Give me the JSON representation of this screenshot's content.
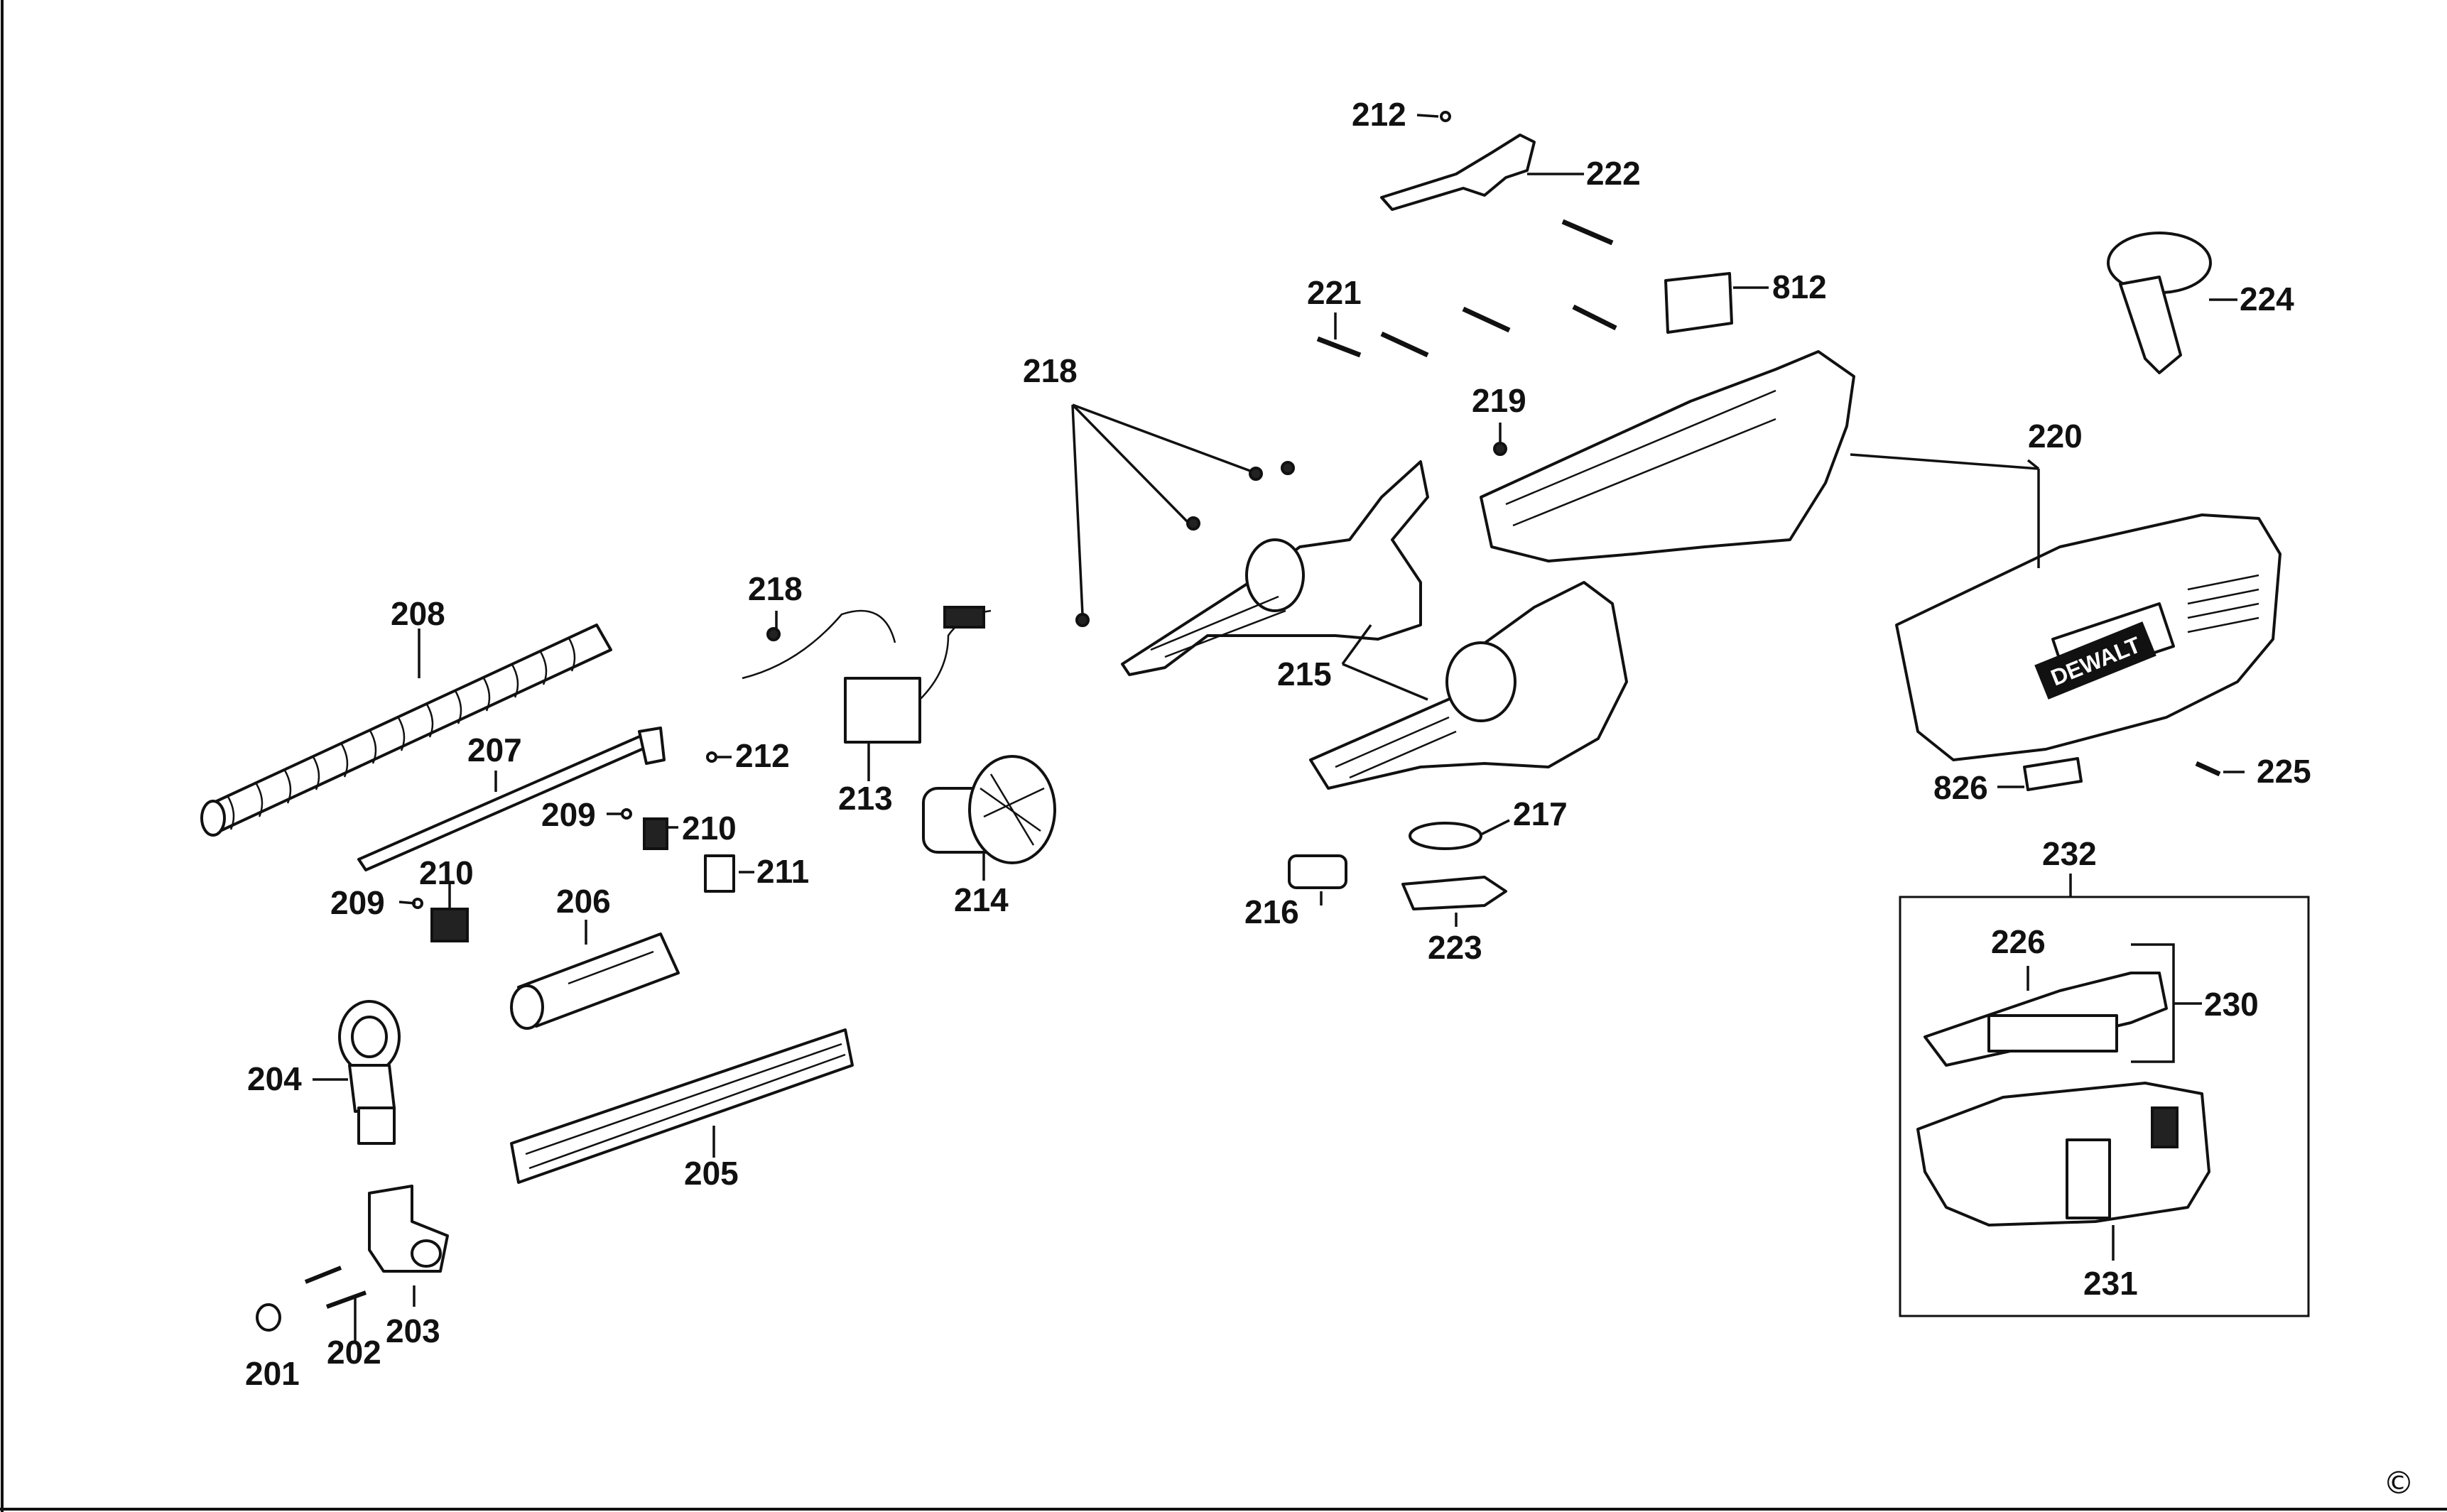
{
  "brand_text": "DEWALT",
  "copyright_symbol": "©",
  "part_labels": {
    "p201": "201",
    "p202": "202",
    "p203": "203",
    "p204": "204",
    "p205": "205",
    "p206": "206",
    "p207": "207",
    "p208": "208",
    "p209a": "209",
    "p209b": "209",
    "p210a": "210",
    "p210b": "210",
    "p211": "211",
    "p212a": "212",
    "p212b": "212",
    "p213": "213",
    "p214": "214",
    "p215": "215",
    "p216": "216",
    "p217": "217",
    "p218a": "218",
    "p218b": "218",
    "p219": "219",
    "p220": "220",
    "p221": "221",
    "p222": "222",
    "p223": "223",
    "p224": "224",
    "p225": "225",
    "p226": "226",
    "p230": "230",
    "p231": "231",
    "p232": "232",
    "p812": "812",
    "p826": "826"
  }
}
